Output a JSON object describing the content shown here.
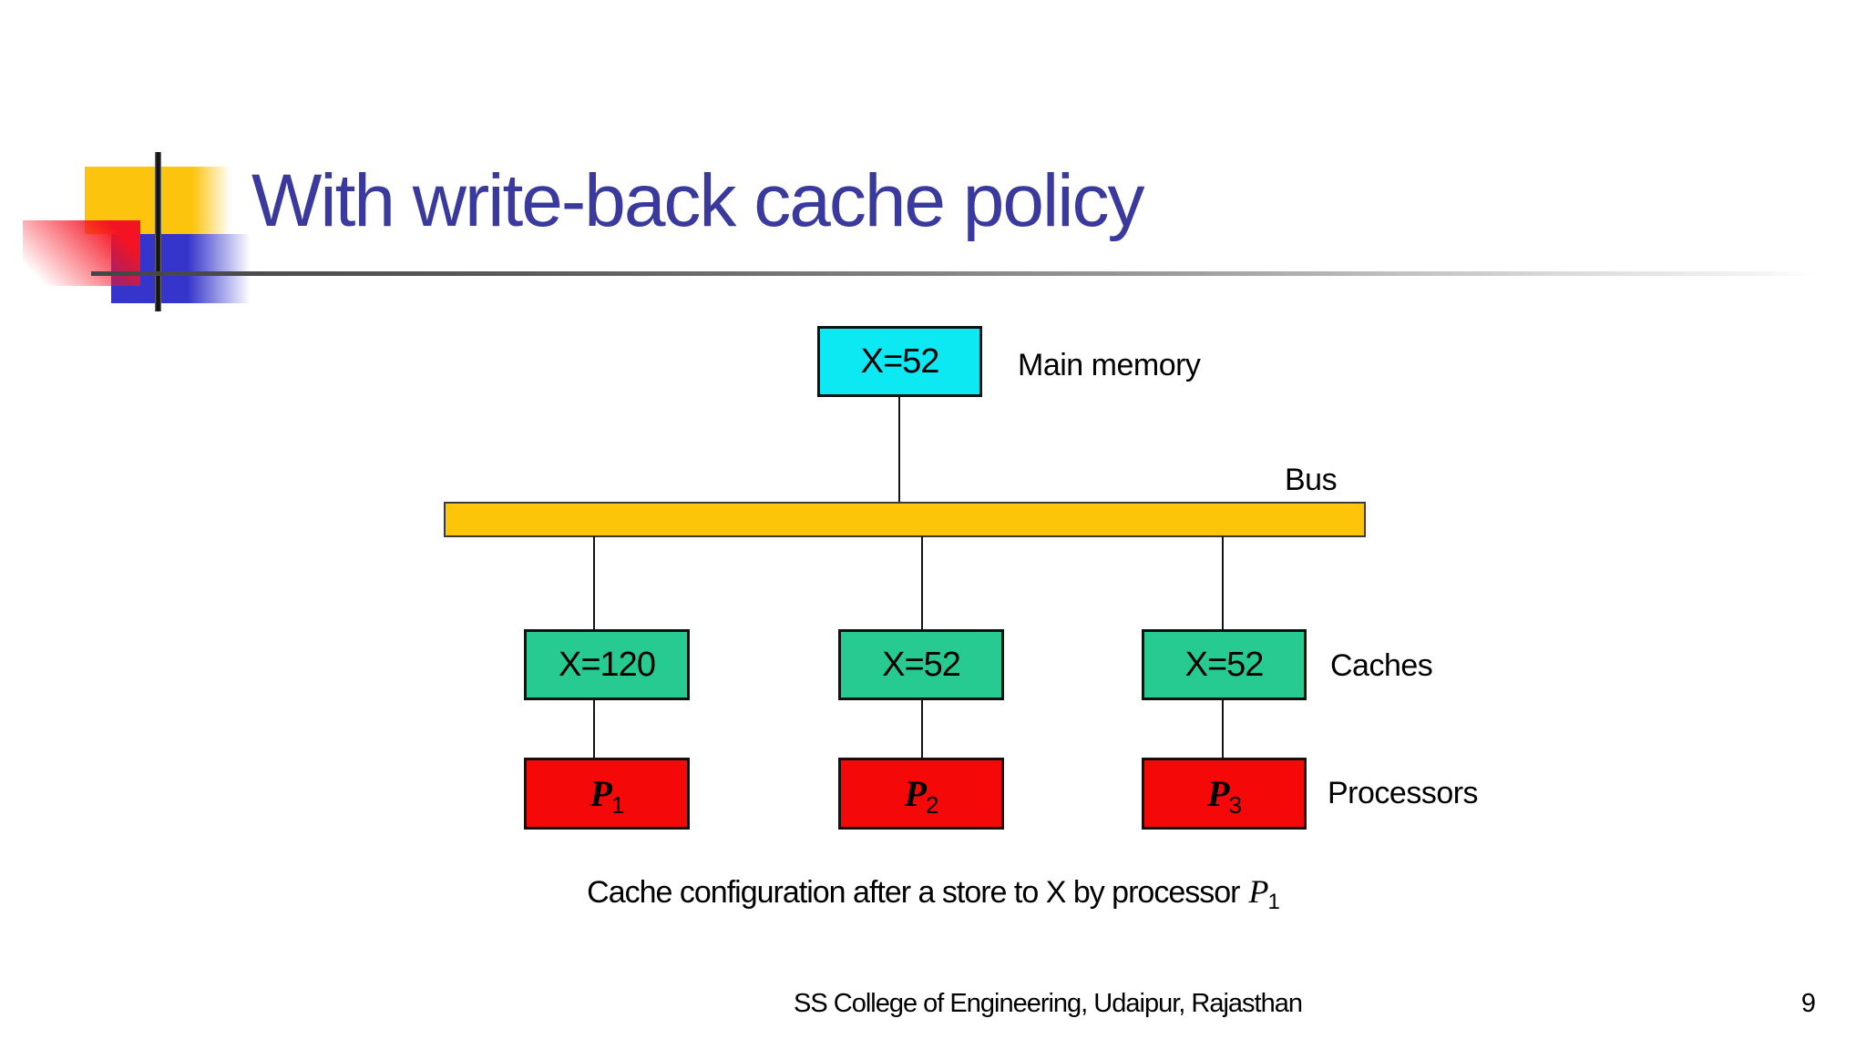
{
  "slide": {
    "title": "With write-back cache policy",
    "caption_text": "Cache configuration after a store to X by processor",
    "caption_processor": {
      "letter": "P",
      "subscript": "1"
    },
    "footer": "SS College of Engineering, Udaipur, Rajasthan",
    "page_number": "9"
  },
  "diagram": {
    "main_memory": {
      "value": "X=52",
      "label": "Main memory"
    },
    "bus": {
      "label": "Bus"
    },
    "caches": {
      "label": "Caches",
      "items": [
        {
          "value": "X=120"
        },
        {
          "value": "X=52"
        },
        {
          "value": "X=52"
        }
      ]
    },
    "processors": {
      "label": "Processors",
      "items": [
        {
          "letter": "P",
          "subscript": "1"
        },
        {
          "letter": "P",
          "subscript": "2"
        },
        {
          "letter": "P",
          "subscript": "3"
        }
      ]
    }
  },
  "colors": {
    "title_text": "#3a3a9e",
    "main_memory_fill": "#0de9f2",
    "cache_fill": "#27cb91",
    "processor_fill": "#f50808",
    "bus_fill": "#fcc50a",
    "deco_yellow": "#fdc40d",
    "deco_blue": "#3535cb",
    "deco_red": "#f41322",
    "line": "#141414"
  }
}
